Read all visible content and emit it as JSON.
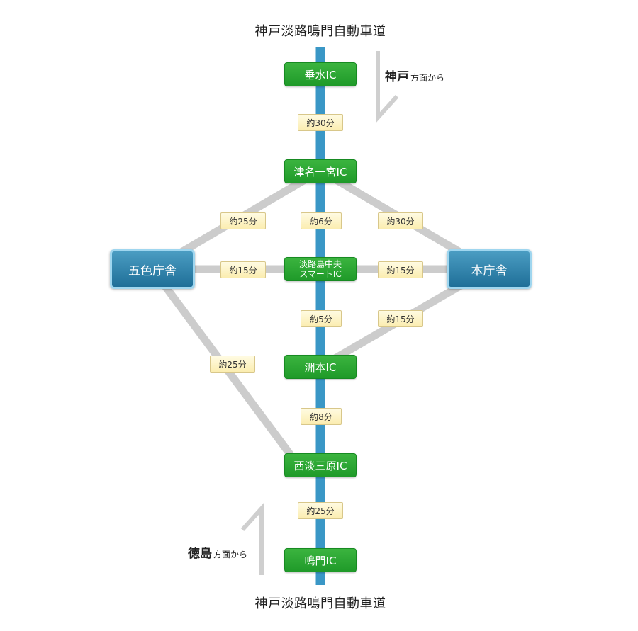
{
  "highway_top": "神戸淡路鳴門自動車道",
  "highway_bottom": "神戸淡路鳴門自動車道",
  "direction_kobe": {
    "place": "神戸",
    "suffix": "方面から"
  },
  "direction_tokushima": {
    "place": "徳島",
    "suffix": "方面から"
  },
  "interchanges": {
    "tarumi": "垂水IC",
    "tsuna": "津名一宮IC",
    "smart_line1": "淡路島中央",
    "smart_line2": "スマートIC",
    "sumoto": "洲本IC",
    "nishiawaji": "西淡三原IC",
    "naruto": "鳴門IC"
  },
  "offices": {
    "goshiki": "五色庁舎",
    "honcho": "本庁舎"
  },
  "times": {
    "tarumi_tsuna": "約30分",
    "tsuna_goshiki": "約25分",
    "tsuna_smart": "約6分",
    "tsuna_honcho": "約30分",
    "goshiki_smart": "約15分",
    "smart_honcho": "約15分",
    "smart_sumoto": "約5分",
    "honcho_sumoto": "約15分",
    "goshiki_nishiawaji": "約25分",
    "sumoto_nishiawaji": "約8分",
    "nishiawaji_naruto": "約25分"
  },
  "colors": {
    "highway": "#3a97c6",
    "road": "#cccccc",
    "ic": "#2aa535",
    "office": "#2f82ad"
  }
}
